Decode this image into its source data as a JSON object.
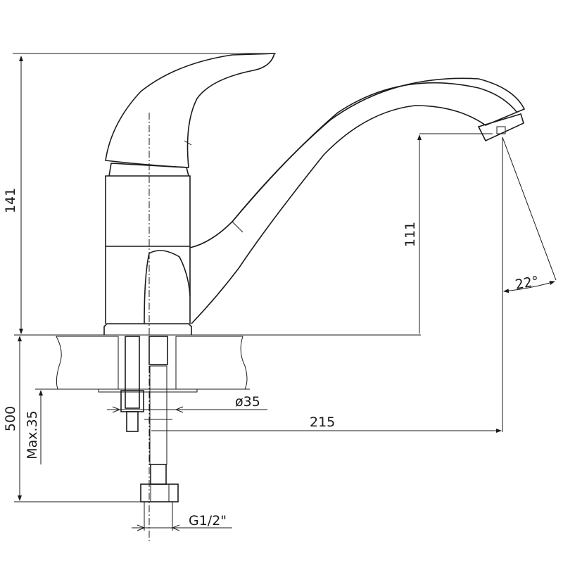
{
  "title": "Single lever basin mixer dimension drawing",
  "dimensions": {
    "total_height": "141",
    "spout_height": "111",
    "spray_angle": "22°",
    "mounting_hole_diameter": "ø35",
    "spout_reach": "215",
    "hose_length": "500",
    "max_deck_thickness": "Max.35",
    "connection_thread": "G1/2\""
  },
  "colors": {
    "line": "#1a1a1a",
    "background": "#ffffff"
  }
}
